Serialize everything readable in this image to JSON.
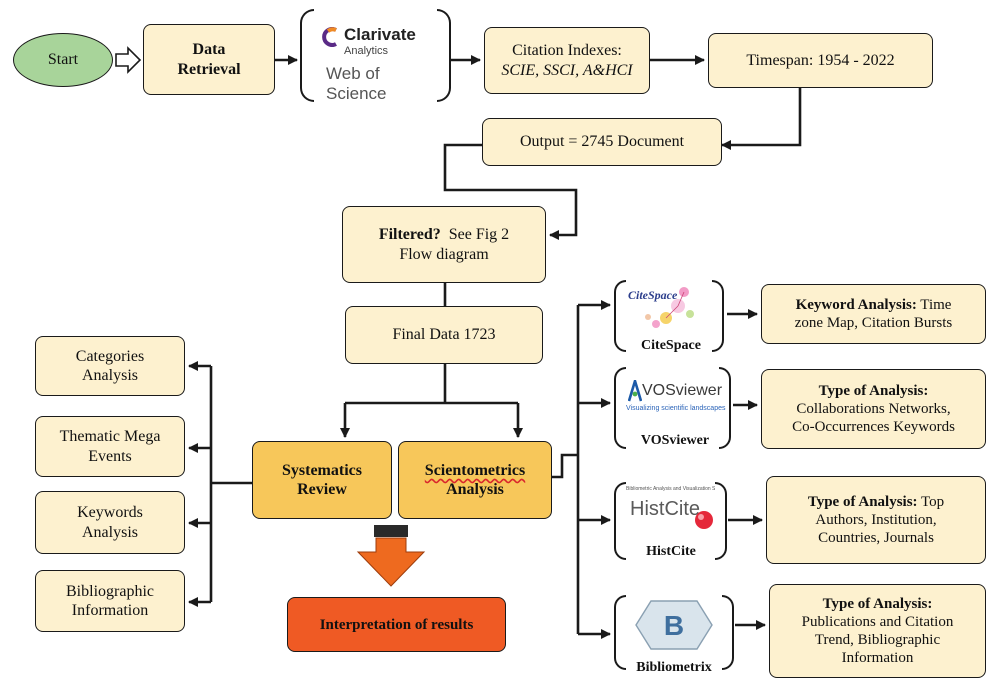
{
  "flow": {
    "start": "Start",
    "data_retrieval": [
      "Data",
      "Retrieval"
    ],
    "wos": {
      "brand": "Clarivate",
      "sub": "Analytics",
      "product": "Web of Science"
    },
    "citation_indexes": {
      "title": "Citation Indexes:",
      "list": "SCIE, SSCI, A&HCI"
    },
    "timespan": "Timespan:  1954 - 2022",
    "output": "Output = 2745 Document",
    "filtered": {
      "label": "Filtered?",
      "rest": "See Fig 2",
      "line2": "Flow diagram"
    },
    "final_data": "Final Data 1723",
    "systematic_review": [
      "Systematics",
      "Review"
    ],
    "scientometrics": [
      "Scientometrics",
      "Analysis"
    ],
    "interpretation": "Interpretation of results",
    "left_boxes": [
      [
        "Categories",
        "Analysis"
      ],
      [
        "Thematic Mega",
        "Events"
      ],
      [
        "Keywords",
        "Analysis"
      ],
      [
        "Bibliographic",
        "Information"
      ]
    ],
    "tools": [
      {
        "name": "CiteSpace",
        "logo_text": "CiteSpace",
        "analysis_bold": "Keyword Analysis:",
        "analysis_rest": " Time",
        "analysis_lines": [
          "zone Map, Citation Bursts"
        ]
      },
      {
        "name": "VOSviewer",
        "logo_text": "VOSviewer",
        "logo_tag": "Visualizing scientific landscapes",
        "analysis_bold": "Type of Analysis:",
        "analysis_rest": "",
        "analysis_lines": [
          "Collaborations Networks,",
          "Co-Occurrences Keywords"
        ]
      },
      {
        "name": "HistCite",
        "logo_text": "HistCite",
        "logo_tag": "Bibliometric Analysis and Visualization Software",
        "analysis_bold": "Type of Analysis:",
        "analysis_rest": " Top",
        "analysis_lines": [
          "Authors, Institution,",
          "Countries, Journals"
        ]
      },
      {
        "name": "Bibliometrix",
        "logo_text": "B",
        "analysis_bold": "Type of Analysis:",
        "analysis_rest": "",
        "analysis_lines": [
          "Publications and Citation",
          "Trend, Bibliographic",
          "Information"
        ]
      }
    ]
  },
  "colors": {
    "start": "#a8d49a",
    "box": "#fdf1cf",
    "highlight": "#f7c75a",
    "interpretation": "#ef5a24",
    "down_arrow": "#ee6a1f"
  }
}
